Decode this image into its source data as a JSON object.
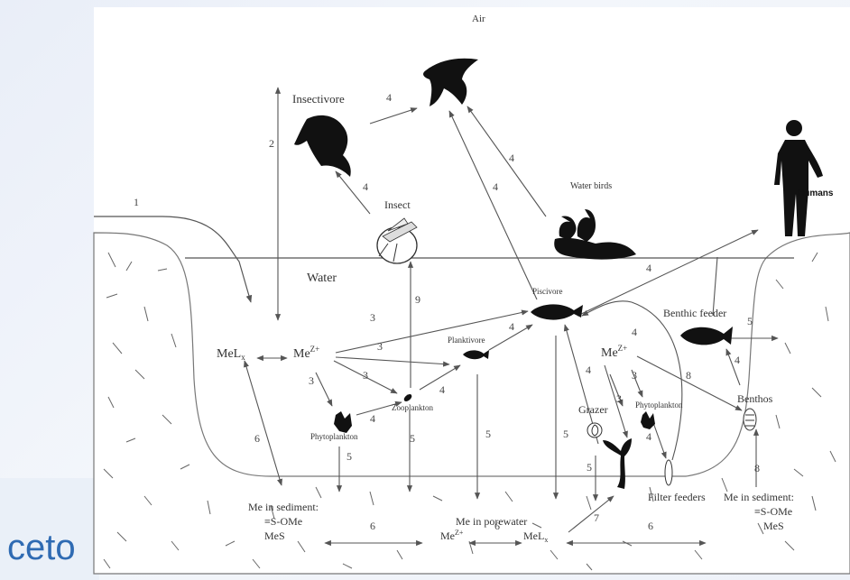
{
  "labels": {
    "air": "Air",
    "water": "Water",
    "insectivore": "Insectivore",
    "insect": "Insect",
    "water_birds": "Water birds",
    "humans": "Humans",
    "piscivore": "Piscivore",
    "planktivore": "Planktivore",
    "zooplankton": "Zooplankton",
    "phytoplankton": "Phytoplankton",
    "phytoplankton_right": "Phytoplankton",
    "benthic_feeder": "Benthic feeder",
    "benthos": "Benthos",
    "grazer": "Grazer",
    "filter_feeders": "Filter feeders",
    "me_ion_left": "Me",
    "me_ion_right": "Me",
    "charge": "Z+",
    "mel_x": "MeL",
    "sub_x": "x",
    "sediment_left_1": "Me in sediment:",
    "sediment_left_2": "≡S-OMe",
    "sediment_left_3": "MeS",
    "sediment_right_1": "Me in sediment:",
    "sediment_right_2": "≡S-OMe",
    "sediment_right_3": "MeS",
    "porewater": "Me in porewater",
    "porewater_me": "Me",
    "porewater_mel": "MeL",
    "logo_text": "ceto"
  },
  "arrow_numbers": {
    "n1": "1",
    "n2": "2",
    "n3a": "3",
    "n3b": "3",
    "n3c": "3",
    "n3d": "3",
    "n3e": "3",
    "n4a": "4",
    "n4b": "4",
    "n4c": "4",
    "n4d": "4",
    "n4e": "4",
    "n4f": "4",
    "n4g": "4",
    "n4h": "4",
    "n4i": "4",
    "n4j": "4",
    "n4k": "4",
    "n4l": "4",
    "n3f": "3",
    "n3g": "3",
    "n5a": "5",
    "n5b": "5",
    "n5c": "5",
    "n5d": "5",
    "n5e": "5",
    "n5f": "5",
    "n6a": "6",
    "n6b": "6",
    "n6c": "6",
    "n6d": "6",
    "n7": "7",
    "n8a": "8",
    "n8b": "8",
    "n9": "9"
  }
}
